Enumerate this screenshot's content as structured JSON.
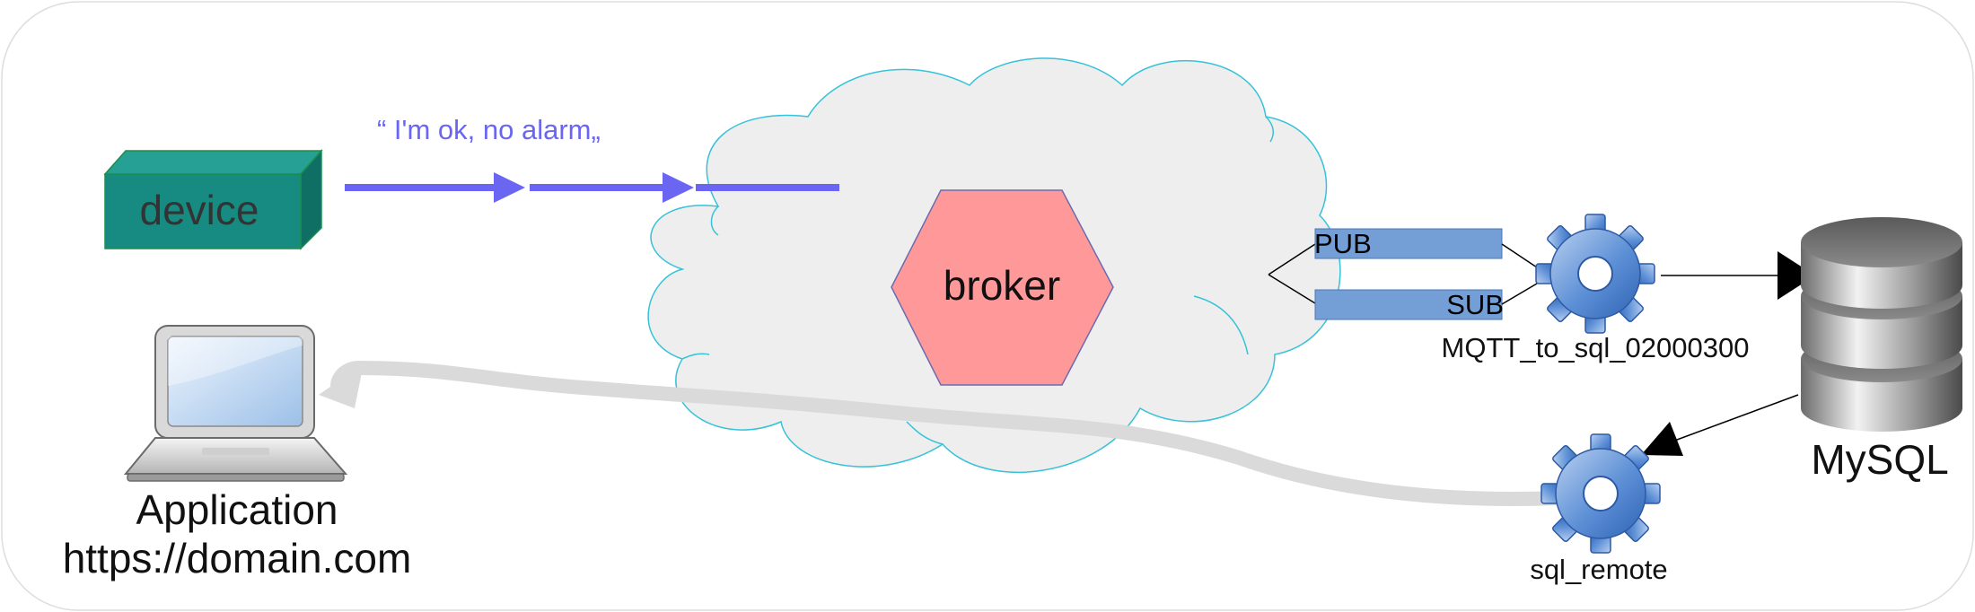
{
  "device": {
    "label": "device"
  },
  "message": {
    "label": "“ I'm ok, no alarm„"
  },
  "broker": {
    "label": "broker"
  },
  "pub": {
    "label": "PUB"
  },
  "sub": {
    "label": "SUB"
  },
  "mqtt_to_sql": {
    "label": "MQTT_to_sql_02000300"
  },
  "mysql": {
    "label": "MySQL"
  },
  "sql_remote": {
    "label": "sql_remote"
  },
  "application": {
    "line1": "Application",
    "line2": "https://domain.com"
  },
  "colors": {
    "arrow": "#6a66f2",
    "device_front": "#178b82",
    "cloud_fill": "#eeeeee",
    "cloud_stroke": "#36c2d8",
    "broker_fill": "#ff9999",
    "topic_bar": "#739fd6",
    "return_path": "#dadada"
  }
}
